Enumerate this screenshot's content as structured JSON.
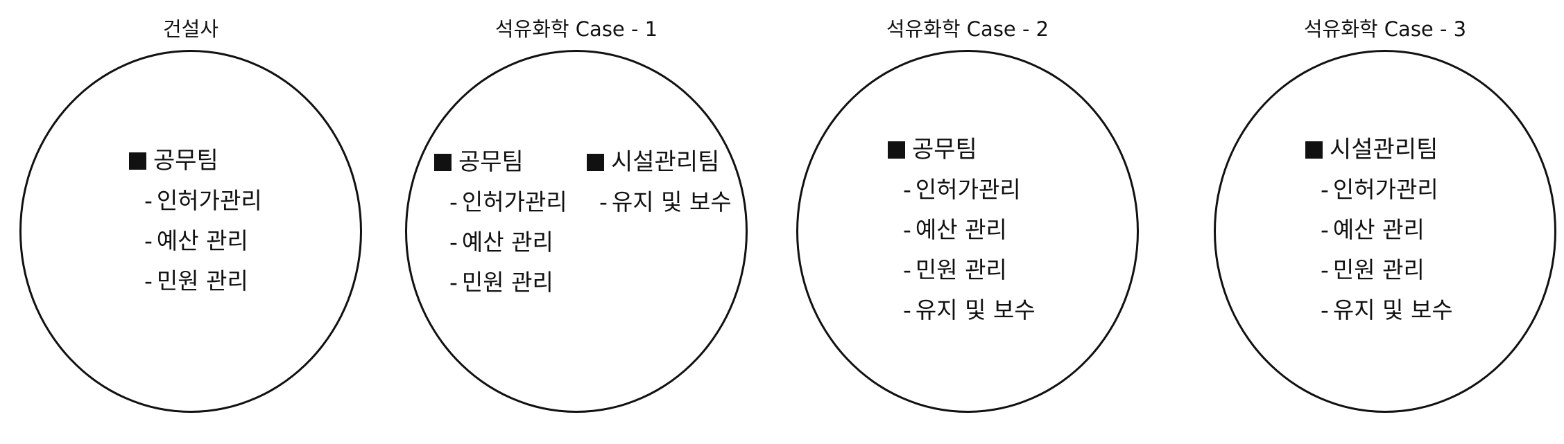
{
  "panels": [
    {
      "title": "건설사",
      "teams": [
        {
          "name": "공무팀",
          "duties": [
            "인허가관리",
            "예산 관리",
            "민원 관리"
          ]
        }
      ]
    },
    {
      "title": "석유화학 Case - 1",
      "teams": [
        {
          "name": "공무팀",
          "duties": [
            "인허가관리",
            "예산 관리",
            "민원 관리"
          ]
        },
        {
          "name": "시설관리팀",
          "duties": [
            "유지 및 보수"
          ]
        }
      ]
    },
    {
      "title": "석유화학 Case - 2",
      "teams": [
        {
          "name": "공무팀",
          "duties": [
            "인허가관리",
            "예산 관리",
            "민원 관리",
            "유지 및 보수"
          ]
        }
      ]
    },
    {
      "title": "석유화학 Case - 3",
      "teams": [
        {
          "name": "시설관리팀",
          "duties": [
            "인허가관리",
            "예산 관리",
            "민원 관리",
            "유지 및 보수"
          ]
        }
      ]
    }
  ],
  "bullet": "■",
  "dash": "-"
}
